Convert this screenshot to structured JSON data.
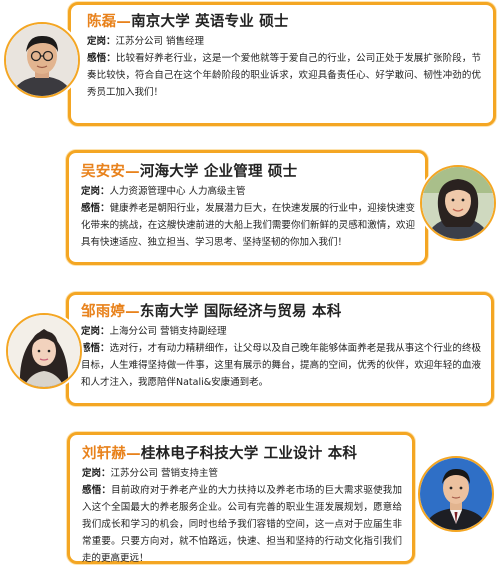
{
  "labels": {
    "post": "定岗：",
    "feel": "感悟："
  },
  "people": [
    {
      "name": "陈磊—",
      "school": "南京大学 英语专业 硕士",
      "post": "江苏分公司 销售经理",
      "feel": "比较看好养老行业，这是一个爱他就等于爱自己的行业，公司正处于发展扩张阶段，节奏比较快，符合自己在这个年龄阶段的职业诉求，欢迎具备责任心、好学敢问、韧性冲劲的优秀员工加入我们！"
    },
    {
      "name": "吴安安—",
      "school": "河海大学 企业管理 硕士",
      "post": "人力资源管理中心 人力高级主管",
      "feel": "健康养老是朝阳行业，发展潜力巨大，在快速发展的行业中，迎接快速变化带来的挑战，在这艘快速前进的大船上我们需要你们新鲜的灵感和激情，欢迎具有快速适应、独立担当、学习思考、坚持坚韧的你加入我们！"
    },
    {
      "name": "邹雨婷—",
      "school": "东南大学 国际经济与贸易 本科",
      "post": "上海分公司 营销支持副经理",
      "feel": "选对行，才有动力精耕细作，让父母以及自己晚年能够体面养老是我从事这个行业的终极目标，人生难得坚持做一件事，这里有展示的舞台，提高的空间，优秀的伙伴，欢迎年轻的血液和人才注入，我愿陪伴Natali&安康通到老。"
    },
    {
      "name": "刘轩赫—",
      "school": "桂林电子科技大学 工业设计 本科",
      "post": "江苏分公司 营销支持主管",
      "feel": "目前政府对于养老产业的大力扶持以及养老市场的巨大需求驱使我加入这个全国最大的养老服务企业。公司有完善的职业生涯发展规划，愿意给我们成长和学习的机会，同时也给予我们容错的空间，这一点对于应届生非常重要。只要方向对，就不怕路远，快速、担当和坚持的行动文化指引我们走的更高更远！"
    }
  ]
}
